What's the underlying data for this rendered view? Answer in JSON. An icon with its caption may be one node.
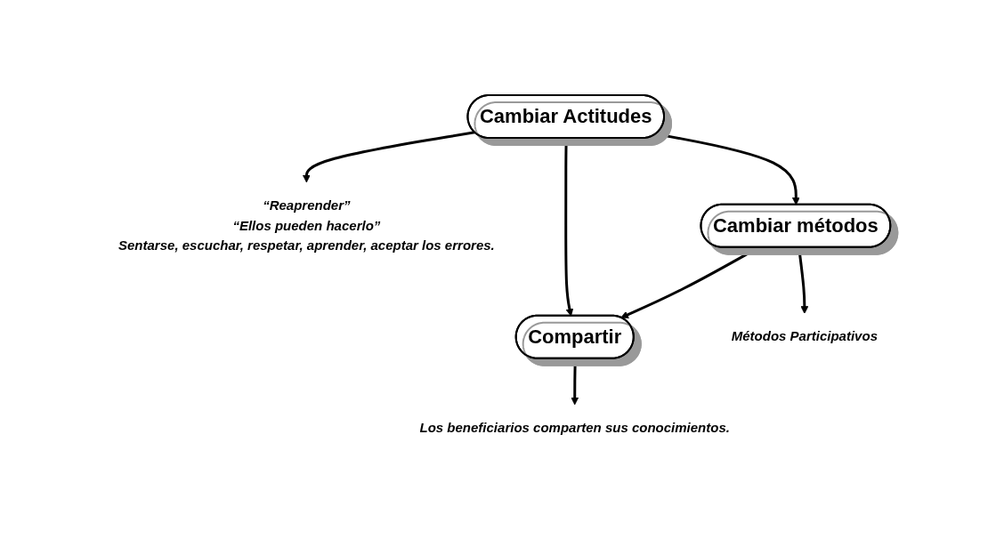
{
  "diagram": {
    "nodes": [
      {
        "text": [
          "“Reaprender”",
          "“Ellos pueden hacerlo”",
          "Sentarse, escuchar, respetar, aprender, aceptar los errores."
        ]
      },
      {
        "text": [
          "Cambiar Actitudes"
        ]
      },
      {
        "text": [
          "Cambiar métodos"
        ]
      },
      {
        "text": [
          "Compartir"
        ]
      },
      {
        "text": [
          "Métodos Participativos"
        ]
      },
      {
        "text": [
          "Los beneficiarios comparten sus conocimientos."
        ]
      }
    ],
    "edges": [
      {
        "from": 1,
        "to": 0,
        "arrow": "to"
      },
      {
        "from": 1,
        "to": 2,
        "arrow": "both"
      },
      {
        "from": 1,
        "to": 3,
        "arrow": "both"
      },
      {
        "from": 2,
        "to": 3,
        "arrow": "both"
      },
      {
        "from": 2,
        "to": 4,
        "arrow": "to"
      },
      {
        "from": 3,
        "to": 5,
        "arrow": "to"
      }
    ]
  }
}
